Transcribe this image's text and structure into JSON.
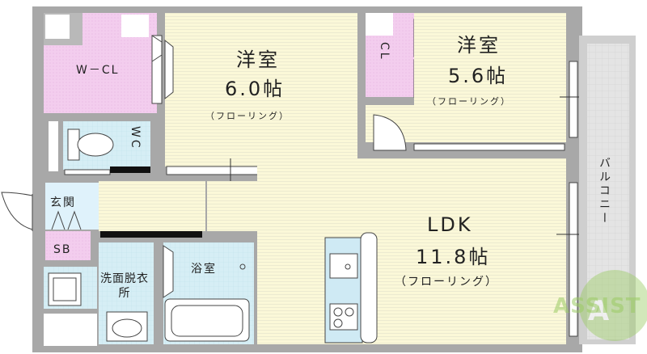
{
  "rooms": {
    "western1": {
      "name": "洋室",
      "size": "6.0帖",
      "floor": "（フローリング）"
    },
    "western2": {
      "name": "洋室",
      "size": "5.6帖",
      "floor": "（フローリング）"
    },
    "ldk": {
      "name": "LDK",
      "size": "11.8帖",
      "floor": "（フローリング）"
    },
    "wcl": "W－CL",
    "cl": "CL",
    "wc": "WC",
    "genkan": "玄関",
    "sb": "SB",
    "senmen": "洗面脱衣所",
    "bath": "浴室",
    "balcony": "バルコニー"
  },
  "watermark": "ASSIST",
  "colors": {
    "wall": "#a8a8a8",
    "room_fill": "#fbf8d8",
    "room_stripe": "#ecead0",
    "closet_pink": "#f3cdee",
    "wet_blue": "#d6eef5",
    "entrance_blue": "#dff2fb",
    "balcony_gray": "#e0e0e0",
    "watermark_green": "#8bc34a"
  }
}
